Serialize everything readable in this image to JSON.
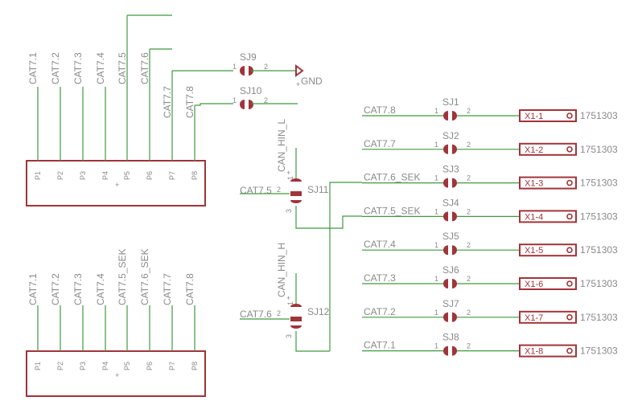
{
  "connector_top": {
    "pins": [
      "P1",
      "P2",
      "P3",
      "P4",
      "P5",
      "P6",
      "P7",
      "P8"
    ],
    "nets": [
      "CAT7.1",
      "CAT7.2",
      "CAT7.3",
      "CAT7.4",
      "CAT7.5",
      "CAT7.6",
      "CAT7.7",
      "CAT7.8"
    ]
  },
  "connector_bottom": {
    "pins": [
      "P1",
      "P2",
      "P3",
      "P4",
      "P5",
      "P6",
      "P7",
      "P8"
    ],
    "nets": [
      "CAT7.1",
      "CAT7.2",
      "CAT7.3",
      "CAT7.4",
      "CAT7.5_SEK",
      "CAT7.6_SEK",
      "CAT7.7",
      "CAT7.8"
    ]
  },
  "sj9": {
    "name": "SJ9",
    "pin1": "1",
    "pin2": "2",
    "net": "GND"
  },
  "sj10": {
    "name": "SJ10",
    "pin1": "1",
    "pin2": "2"
  },
  "sj11": {
    "name": "SJ11",
    "pin1": "1",
    "pin2": "2",
    "pin3": "3",
    "net_top": "CAN_HIN_L",
    "net_left": "CAT7.5"
  },
  "sj12": {
    "name": "SJ12",
    "pin1": "1",
    "pin2": "2",
    "pin3": "3",
    "net_top": "CAN_HIN_H",
    "net_left": "CAT7.6"
  },
  "jumpers": [
    {
      "name": "SJ1",
      "net": "CAT7.8",
      "pin1": "1",
      "pin2": "2",
      "terminal": "X1-1",
      "part": "1751303"
    },
    {
      "name": "SJ2",
      "net": "CAT7.7",
      "pin1": "1",
      "pin2": "2",
      "terminal": "X1-2",
      "part": "1751303"
    },
    {
      "name": "SJ3",
      "net": "CAT7.6_SEK",
      "pin1": "1",
      "pin2": "2",
      "terminal": "X1-3",
      "part": "1751303"
    },
    {
      "name": "SJ4",
      "net": "CAT7.5_SEK",
      "pin1": "1",
      "pin2": "2",
      "terminal": "X1-4",
      "part": "1751303"
    },
    {
      "name": "SJ5",
      "net": "CAT7.4",
      "pin1": "1",
      "pin2": "2",
      "terminal": "X1-5",
      "part": "1751303"
    },
    {
      "name": "SJ6",
      "net": "CAT7.3",
      "pin1": "1",
      "pin2": "2",
      "terminal": "X1-6",
      "part": "1751303"
    },
    {
      "name": "SJ7",
      "net": "CAT7.2",
      "pin1": "1",
      "pin2": "2",
      "terminal": "X1-7",
      "part": "1751303"
    },
    {
      "name": "SJ8",
      "net": "CAT7.1",
      "pin1": "1",
      "pin2": "2",
      "terminal": "X1-8",
      "part": "1751303"
    }
  ]
}
